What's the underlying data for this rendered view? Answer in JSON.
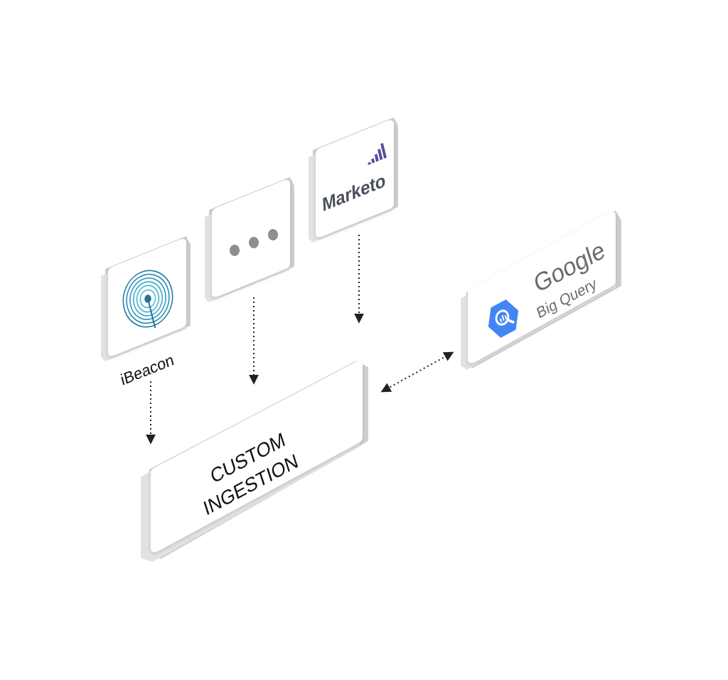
{
  "nodes": {
    "ibeacon": {
      "label": "iBeacon",
      "icon": "ibeacon-rings-icon"
    },
    "more": {
      "icon": "ellipsis-icon"
    },
    "marketo": {
      "label": "Marketo",
      "icon": "marketo-bars-icon",
      "color": "#5c4c9f"
    },
    "bigquery": {
      "label_line1": "Google",
      "label_line2": "Big Query",
      "icon": "bigquery-hexagon-icon",
      "color": "#4285f4"
    },
    "ingestion": {
      "label_line1": "CUSTOM",
      "label_line2": "INGESTION"
    }
  },
  "edges": [
    {
      "from": "ibeacon",
      "to": "ingestion"
    },
    {
      "from": "more",
      "to": "ingestion"
    },
    {
      "from": "marketo",
      "to": "ingestion"
    },
    {
      "from": "ingestion",
      "to": "bigquery",
      "bidirectional": true
    }
  ],
  "colors": {
    "tile_face": "#ffffff",
    "tile_side": "#d6d6d6",
    "tile_bottom": "#c4c4c4",
    "arrow": "#222222",
    "text": "#111111",
    "ibeacon_rings": "#1e7aa6",
    "google_text": "#6b6b6b"
  }
}
